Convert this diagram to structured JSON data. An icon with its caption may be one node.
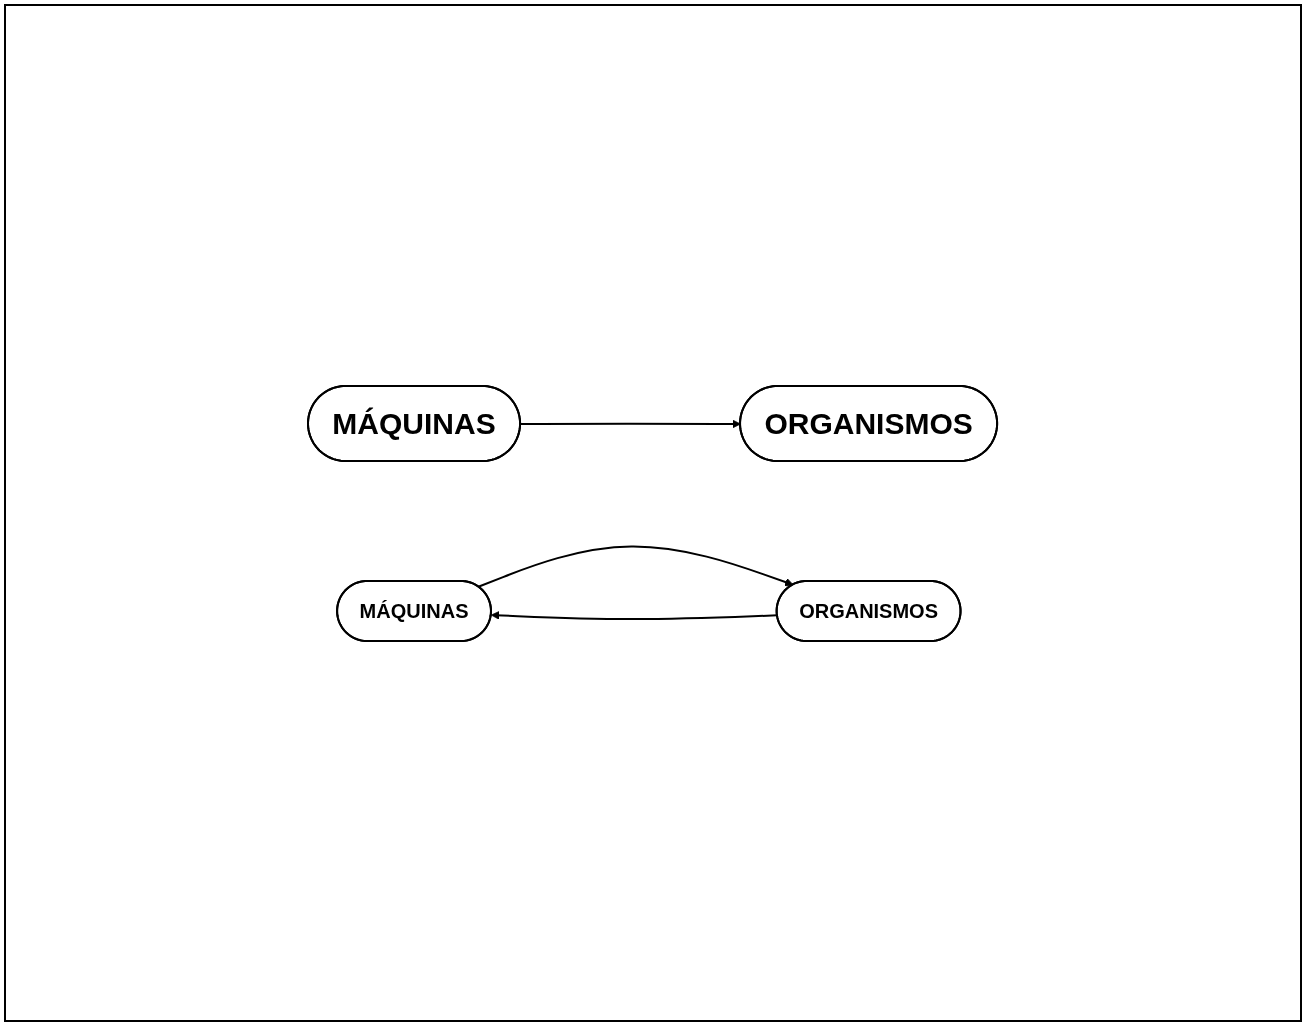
{
  "diagram": {
    "nodes": [
      {
        "text": [
          "MÁQUINAS"
        ]
      },
      {
        "text": [
          "ORGANISMOS"
        ]
      },
      {
        "text": [
          "MÁQUINAS"
        ]
      },
      {
        "text": [
          "ORGANISMOS"
        ]
      }
    ],
    "edges": [
      {
        "from": 0,
        "to": 1,
        "arrow": "to"
      },
      {
        "from": 2,
        "to": 3,
        "arrow": "to"
      },
      {
        "from": 3,
        "to": 2,
        "arrow": "to"
      }
    ]
  }
}
